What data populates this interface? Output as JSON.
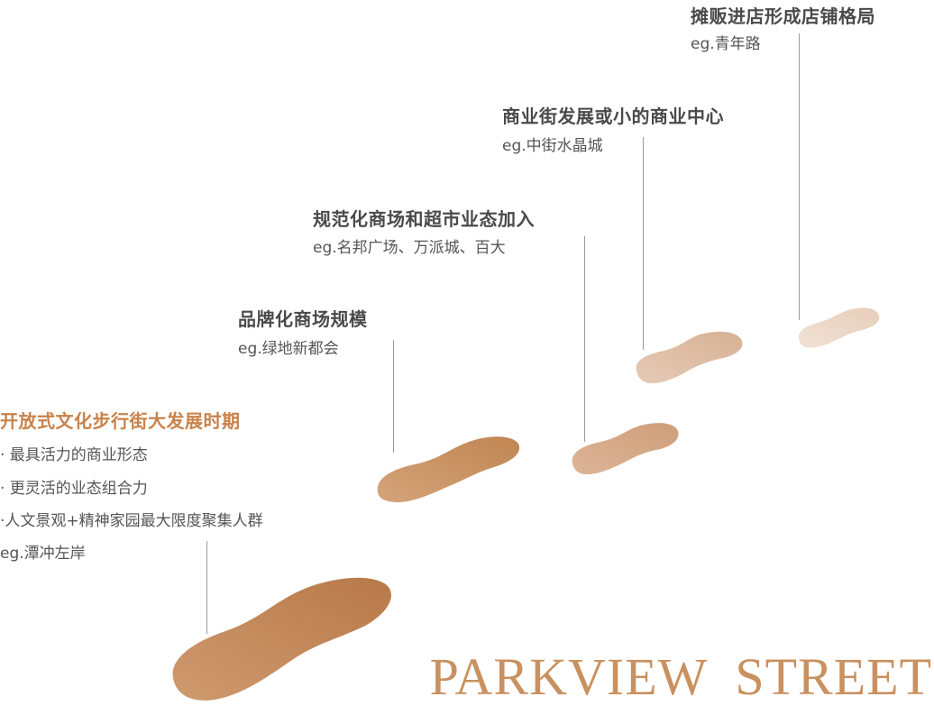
{
  "stages": [
    {
      "title": "开放式文化步行街大发展时期",
      "title_color": "#c8824a",
      "bullets": [
        "· 最具活力的商业形态",
        "· 更灵活的业态组合力",
        "·人文景观+精神家园最大限度聚集人群"
      ],
      "example": "eg.潭冲左岸"
    },
    {
      "title": "品牌化商场规模",
      "example": "eg.绿地新都会"
    },
    {
      "title": "规范化商场和超市业态加入",
      "example": "eg.名邦广场、万派城、百大"
    },
    {
      "title": "商业街发展或小的商业中心",
      "example": "eg.中街水晶城"
    },
    {
      "title": "摊贩进店形成店铺格局",
      "example": "eg.青年路"
    }
  ],
  "brand": "PARKVIEW  STREET",
  "colors": {
    "title": "#4a4a4a",
    "accent": "#c8824a",
    "footprint_dark": "#bd7f4c",
    "footprint_light": "#ecd9cb",
    "connector": "#9a9a9a"
  }
}
